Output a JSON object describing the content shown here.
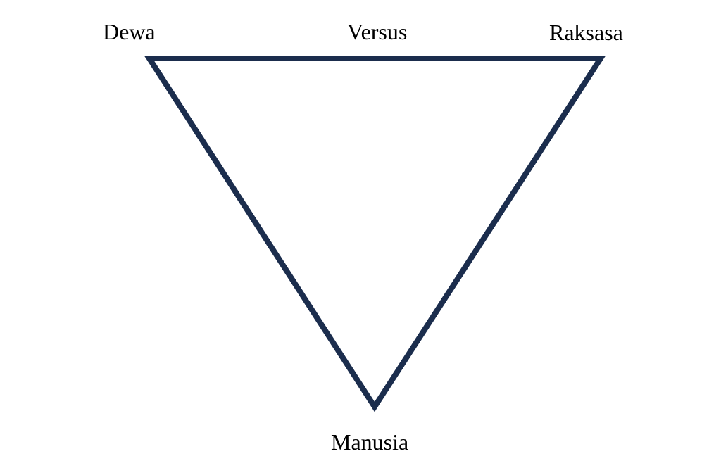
{
  "diagram": {
    "labels": {
      "top_left": "Dewa",
      "top_center": "Versus",
      "top_right": "Raksasa",
      "bottom": "Manusia"
    },
    "colors": {
      "stroke": "#1b2d4d",
      "text": "#000000"
    }
  }
}
